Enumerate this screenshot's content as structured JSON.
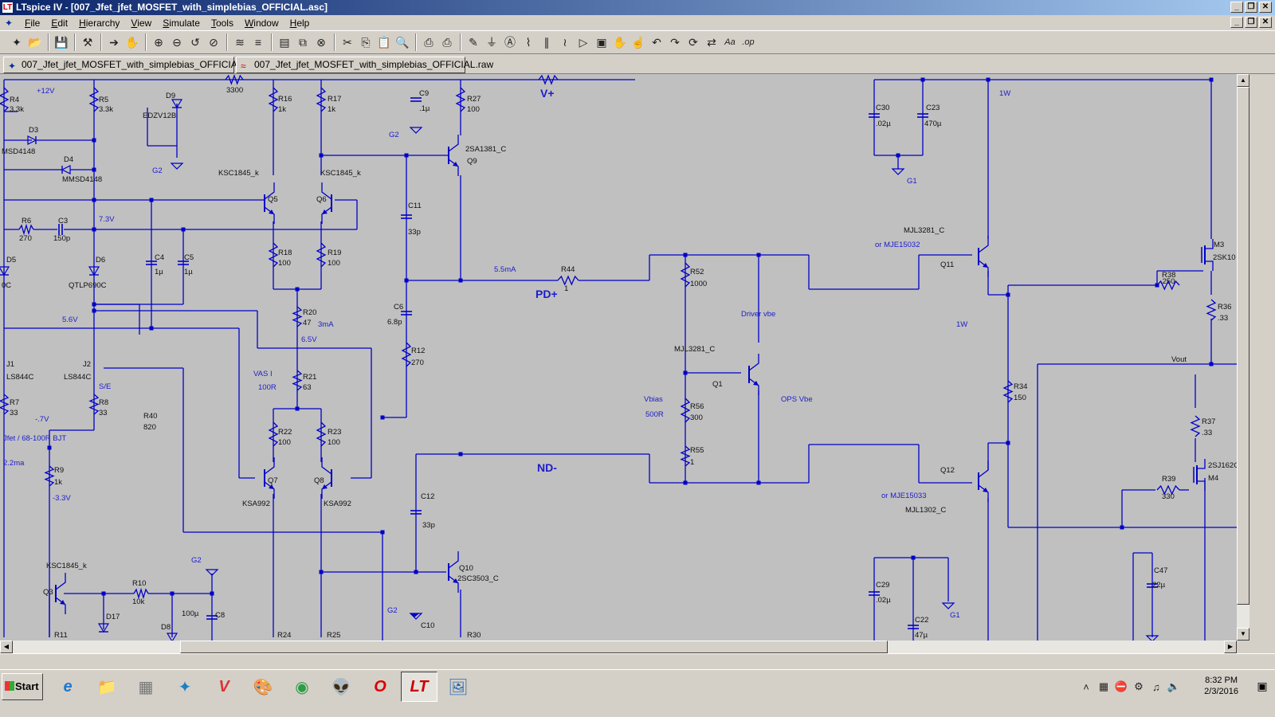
{
  "window": {
    "title": "LTspice IV - [007_Jfet_jfet_MOSFET_with_simplebias_OFFICIAL.asc]",
    "controls": [
      "_",
      "❐",
      "✕"
    ]
  },
  "menu": [
    "File",
    "Edit",
    "Hierarchy",
    "View",
    "Simulate",
    "Tools",
    "Window",
    "Help"
  ],
  "toolbar_icons": [
    "new-schematic-icon",
    "open-icon",
    "sep",
    "save-icon",
    "sep",
    "control-panel-icon",
    "sep",
    "run-icon",
    "halt-icon",
    "sep",
    "zoom-in-icon",
    "zoom-out-icon",
    "zoom-back-icon",
    "zoom-fit-icon",
    "sep",
    "autorange-icon",
    "pick-visible-traces-icon",
    "sep",
    "tile-icon",
    "cascade-icon",
    "close-windows-icon",
    "sep",
    "cut-icon",
    "copy-icon",
    "paste-icon",
    "find-icon",
    "sep",
    "print-setup-icon",
    "print-icon",
    "sep",
    "wire-icon",
    "ground-icon",
    "label-icon",
    "resistor-icon",
    "capacitor-icon",
    "inductor-icon",
    "diode-icon",
    "component-icon",
    "move-icon",
    "drag-icon",
    "undo-icon",
    "redo-icon",
    "rotate-icon",
    "mirror-icon",
    "text-icon",
    "spice-directive-icon"
  ],
  "tabs": [
    {
      "label": "007_Jfet_jfet_MOSFET_with_simplebias_OFFICIAL.asc",
      "icon": "schematic-icon"
    },
    {
      "label": "007_Jfet_jfet_MOSFET_with_simplebias_OFFICIAL.raw",
      "icon": "waveform-icon"
    }
  ],
  "colors": {
    "wire": "#0000c8",
    "label": "#1a1a8c",
    "background": "#c0c0c0",
    "title_start": "#0a246a",
    "title_end": "#a6caf0"
  },
  "schematic": {
    "labels": [
      {
        "t": "R4"
      },
      {
        "t": "3.3k"
      },
      {
        "t": "+12V"
      },
      {
        "t": "R5"
      },
      {
        "t": "3.3k"
      },
      {
        "t": "D9"
      },
      {
        "t": "EDZV12B"
      },
      {
        "t": "3300"
      },
      {
        "t": "R16"
      },
      {
        "t": "1k"
      },
      {
        "t": "R17"
      },
      {
        "t": "1k"
      },
      {
        "t": "C9"
      },
      {
        "t": ".1µ"
      },
      {
        "t": "R27"
      },
      {
        "t": "100"
      },
      {
        "t": "V+"
      },
      {
        "t": "D3"
      },
      {
        "t": "MSD4148"
      },
      {
        "t": "D4"
      },
      {
        "t": "MMSD4148"
      },
      {
        "t": "G2"
      },
      {
        "t": "G2"
      },
      {
        "t": "2SA1381_C"
      },
      {
        "t": "Q9"
      },
      {
        "t": "KSC1845_k"
      },
      {
        "t": "KSC1845_k"
      },
      {
        "t": "Q5"
      },
      {
        "t": "Q6"
      },
      {
        "t": "C11"
      },
      {
        "t": "33p"
      },
      {
        "t": "R6"
      },
      {
        "t": "270"
      },
      {
        "t": "C3"
      },
      {
        "t": "150p"
      },
      {
        "t": "7.3V"
      },
      {
        "t": "D5"
      },
      {
        "t": "0C"
      },
      {
        "t": "D6"
      },
      {
        "t": "QTLP690C"
      },
      {
        "t": "C4"
      },
      {
        "t": "1µ"
      },
      {
        "t": "C5"
      },
      {
        "t": "1µ"
      },
      {
        "t": "R18"
      },
      {
        "t": "100"
      },
      {
        "t": "R19"
      },
      {
        "t": "100"
      },
      {
        "t": "5.5mA"
      },
      {
        "t": "R44"
      },
      {
        "t": "1"
      },
      {
        "t": "PD+"
      },
      {
        "t": "R20"
      },
      {
        "t": "47"
      },
      {
        "t": "3mA"
      },
      {
        "t": "6.5V"
      },
      {
        "t": "C6"
      },
      {
        "t": "6.8p"
      },
      {
        "t": "R12"
      },
      {
        "t": "270"
      },
      {
        "t": "5.6V"
      },
      {
        "t": "J1"
      },
      {
        "t": "LS844C"
      },
      {
        "t": "J2"
      },
      {
        "t": "LS844C"
      },
      {
        "t": "S/E"
      },
      {
        "t": "R7"
      },
      {
        "t": "33"
      },
      {
        "t": "R8"
      },
      {
        "t": "33"
      },
      {
        "t": "R40"
      },
      {
        "t": "820"
      },
      {
        "t": "VAS I"
      },
      {
        "t": "100R"
      },
      {
        "t": "R21"
      },
      {
        "t": "63"
      },
      {
        "t": "-.7V"
      },
      {
        "t": "Jfet / 68-100R BJT"
      },
      {
        "t": "2.2ma"
      },
      {
        "t": "R9"
      },
      {
        "t": "1k"
      },
      {
        "t": "-3.3V"
      },
      {
        "t": "R22"
      },
      {
        "t": "100"
      },
      {
        "t": "R23"
      },
      {
        "t": "100"
      },
      {
        "t": "Q7"
      },
      {
        "t": "Q8"
      },
      {
        "t": "KSA992"
      },
      {
        "t": "KSA992"
      },
      {
        "t": "C12"
      },
      {
        "t": "33p"
      },
      {
        "t": "ND-"
      },
      {
        "t": "KSC1845_k"
      },
      {
        "t": "Q3"
      },
      {
        "t": "R10"
      },
      {
        "t": "10k"
      },
      {
        "t": "G2"
      },
      {
        "t": "100µ"
      },
      {
        "t": "C8"
      },
      {
        "t": "D17"
      },
      {
        "t": "D8"
      },
      {
        "t": "R11"
      },
      {
        "t": "R24"
      },
      {
        "t": "R25"
      },
      {
        "t": "Q10"
      },
      {
        "t": "2SC3503_C"
      },
      {
        "t": "G2"
      },
      {
        "t": "C10"
      },
      {
        "t": "R30"
      },
      {
        "t": "C30"
      },
      {
        "t": ".02µ"
      },
      {
        "t": "C23"
      },
      {
        "t": "470µ"
      },
      {
        "t": "G1"
      },
      {
        "t": "1W"
      },
      {
        "t": "MJL3281_C"
      },
      {
        "t": "or MJE15032"
      },
      {
        "t": "Q11"
      },
      {
        "t": "R52"
      },
      {
        "t": "1000"
      },
      {
        "t": "Driver vbe"
      },
      {
        "t": "MJL3281_C"
      },
      {
        "t": "Q1"
      },
      {
        "t": "Vbias"
      },
      {
        "t": "500R"
      },
      {
        "t": "R56"
      },
      {
        "t": "300"
      },
      {
        "t": "R55"
      },
      {
        "t": "1"
      },
      {
        "t": "OPS Vbe"
      },
      {
        "t": "R38"
      },
      {
        "t": ".250"
      },
      {
        "t": "M3"
      },
      {
        "t": "2SK10"
      },
      {
        "t": "R36"
      },
      {
        "t": ".33"
      },
      {
        "t": "1W"
      },
      {
        "t": "Vout"
      },
      {
        "t": "R34"
      },
      {
        "t": "150"
      },
      {
        "t": "R37"
      },
      {
        "t": ".33"
      },
      {
        "t": "Q12"
      },
      {
        "t": "or MJE15033"
      },
      {
        "t": "MJL1302_C"
      },
      {
        "t": "2SJ162C"
      },
      {
        "t": "M4"
      },
      {
        "t": "R39"
      },
      {
        "t": "330"
      },
      {
        "t": "C29"
      },
      {
        "t": ".02µ"
      },
      {
        "t": "C22"
      },
      {
        "t": "47µ"
      },
      {
        "t": "G1"
      },
      {
        "t": "C47"
      },
      {
        "t": "22µ"
      }
    ]
  },
  "taskbar": {
    "start_label": "Start",
    "apps": [
      {
        "icon": "internet-explorer-icon",
        "glyph": "e"
      },
      {
        "icon": "file-explorer-icon",
        "glyph": "📁"
      },
      {
        "icon": "calculator-icon",
        "glyph": "▦"
      },
      {
        "icon": "kodi-icon",
        "glyph": "✦"
      },
      {
        "icon": "vivaldi-icon",
        "glyph": "V"
      },
      {
        "icon": "paint-icon",
        "glyph": "🎨"
      },
      {
        "icon": "chrome-icon",
        "glyph": "◉"
      },
      {
        "icon": "alien-icon",
        "glyph": "👽"
      },
      {
        "icon": "opera-icon",
        "glyph": "O"
      },
      {
        "icon": "ltspice-icon",
        "glyph": "LT"
      },
      {
        "icon": "photo-viewer-icon",
        "glyph": "🖼"
      }
    ],
    "tray_icons": [
      "show-hidden-icon",
      "network-icon",
      "security-icon",
      "devices-icon",
      "audio-icon",
      "volume-icon"
    ],
    "time": "8:32 PM",
    "date": "2/3/2016"
  }
}
